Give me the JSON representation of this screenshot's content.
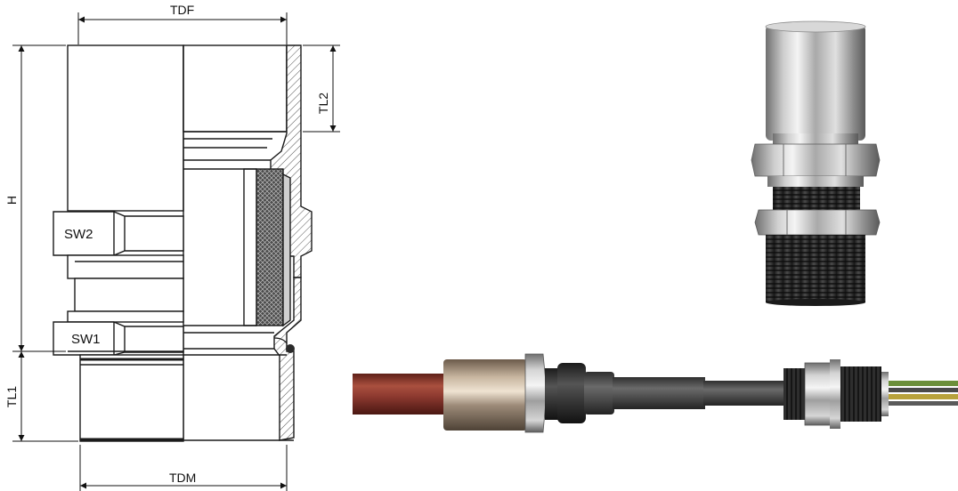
{
  "drawing": {
    "dimensions": {
      "tdf": "TDF",
      "tl2": "TL2",
      "h": "H",
      "tl1": "TL1",
      "tdm": "TDM"
    },
    "wrench_labels": {
      "sw2": "SW2",
      "sw1": "SW1"
    }
  },
  "colors": {
    "outline": "#1a1a1a",
    "hatch": "#555555",
    "seal": "#3a3a3a",
    "steel_light": "#e6e6e6",
    "steel_mid": "#b9b9b9",
    "steel_dark": "#6d6d6d",
    "thread_black": "#2c2c2c",
    "cable_red": "#8e3a30",
    "cable_dark": "#3c3c3c",
    "wire_green": "#6b8f3a",
    "wire_yellow": "#b8a23c"
  },
  "images": {
    "product_photo": "cable-gland-product-render",
    "assembly_photo": "cable-gland-assembly-with-cable-render"
  }
}
